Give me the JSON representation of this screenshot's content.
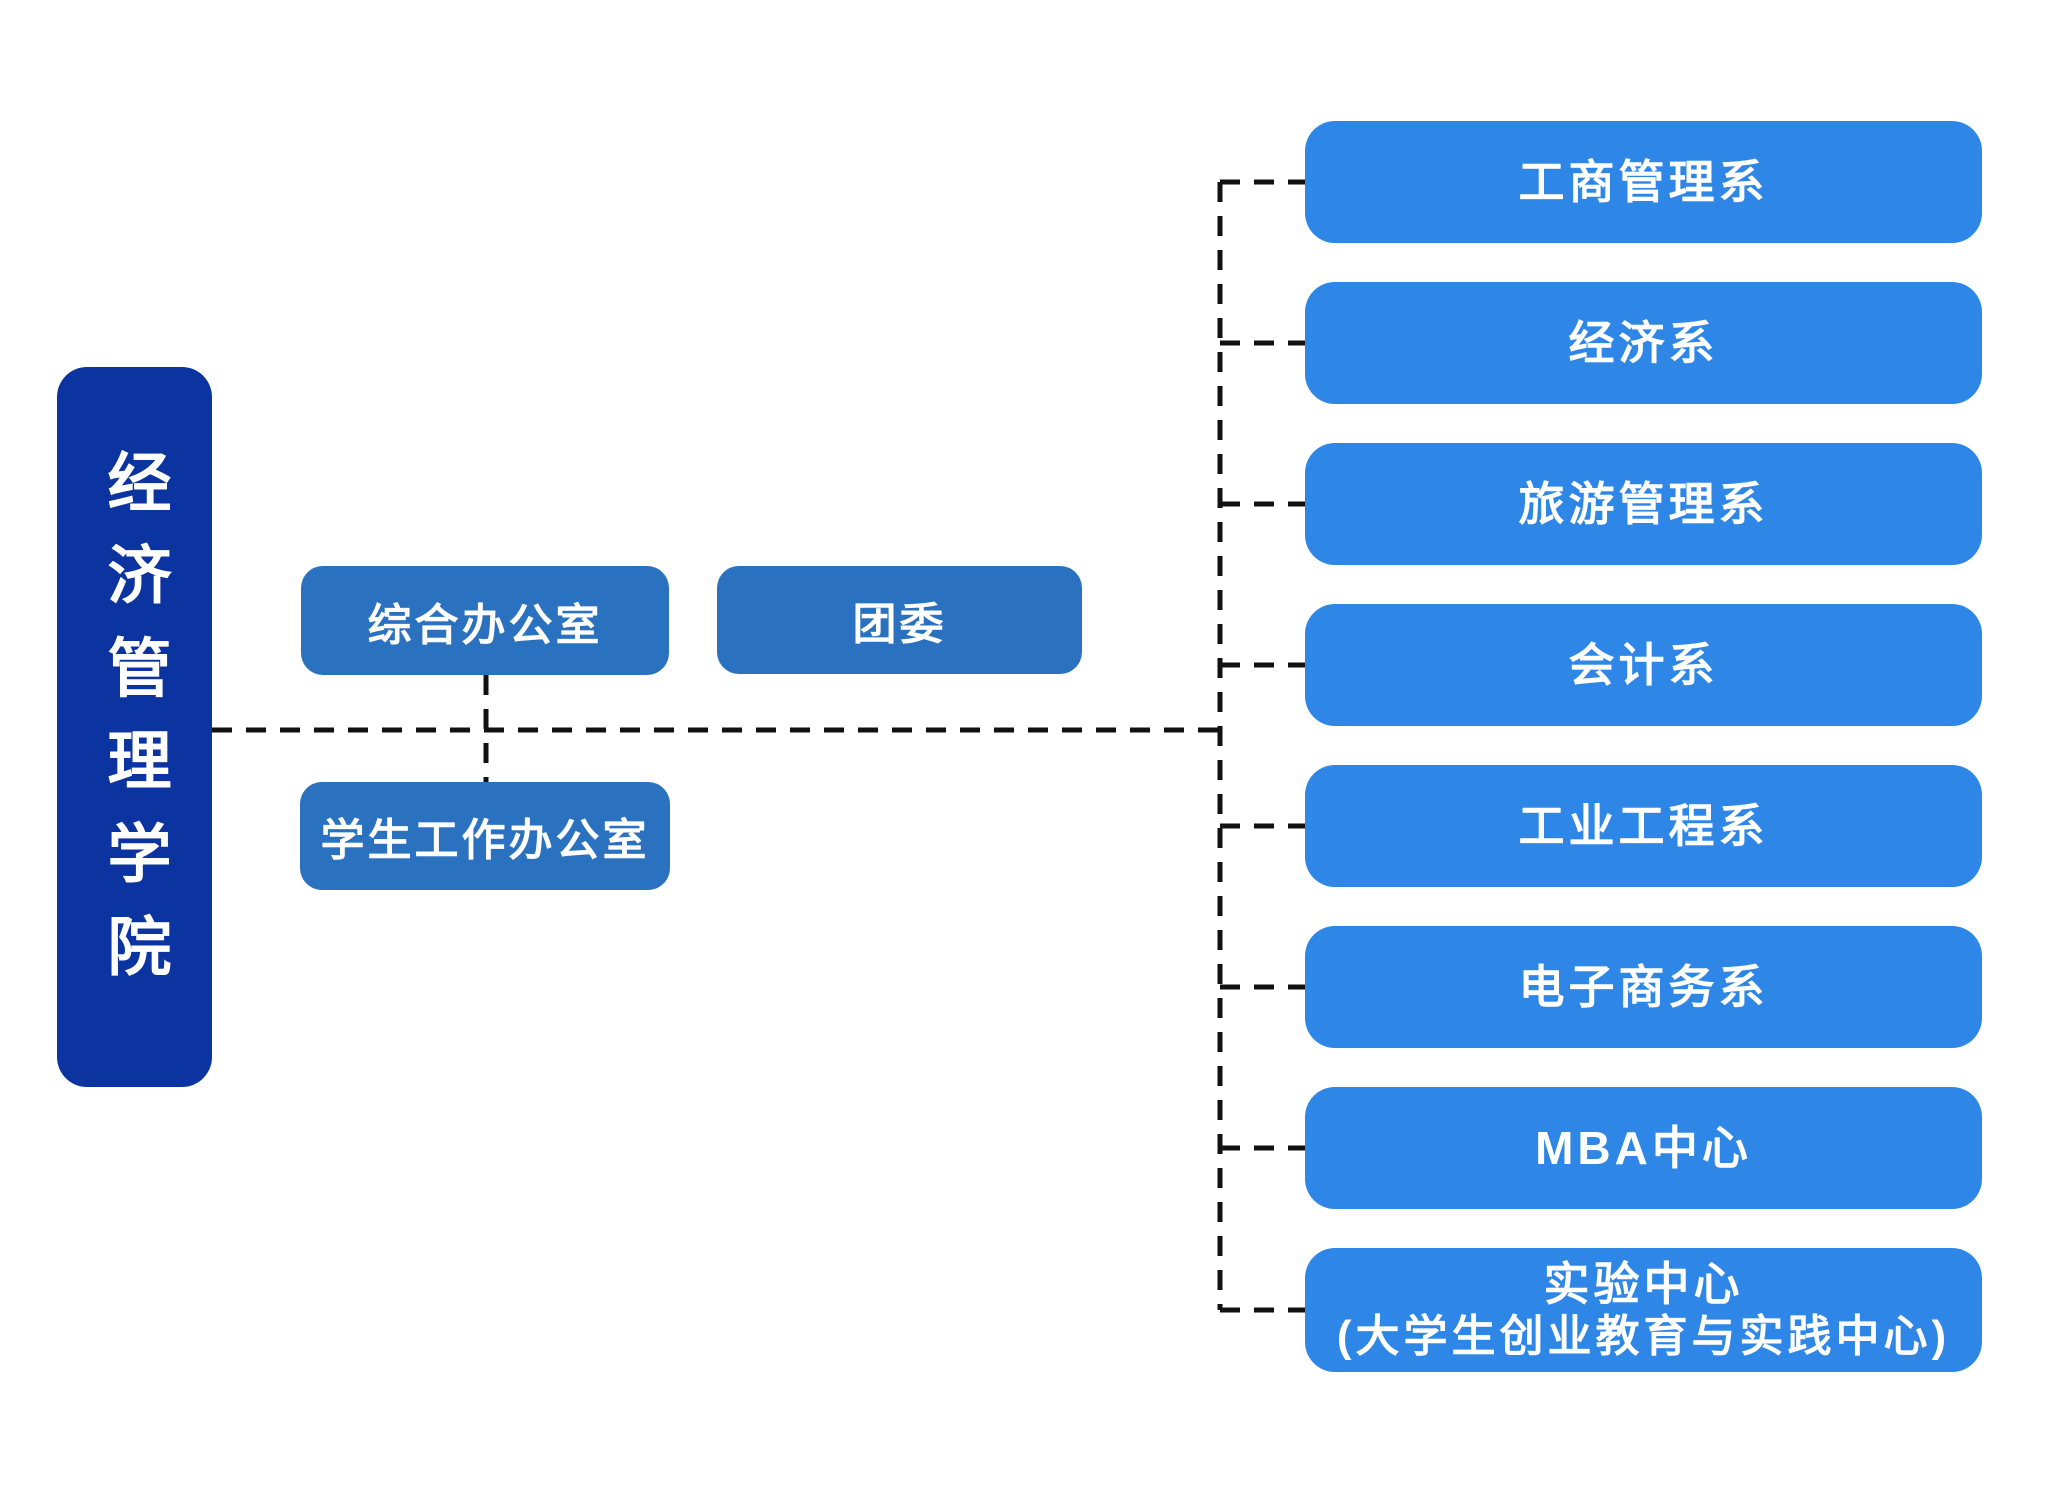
{
  "diagram": {
    "root": {
      "label": "经济管理学院"
    },
    "offices": [
      {
        "label": "综合办公室"
      },
      {
        "label": "团委"
      },
      {
        "label": "学生工作办公室"
      }
    ],
    "departments": [
      {
        "label": "工商管理系"
      },
      {
        "label": "经济系"
      },
      {
        "label": "旅游管理系"
      },
      {
        "label": "会计系"
      },
      {
        "label": "工业工程系"
      },
      {
        "label": "电子商务系"
      },
      {
        "label": "MBA中心"
      },
      {
        "label": "实验中心",
        "label_line2": "(大学生创业教育与实践中心)"
      }
    ],
    "colors": {
      "background": "#ffffff",
      "root_box": "#0c34a0",
      "office_box": "#2a72bf",
      "department_box": "#2e87e6",
      "connector": "#111111",
      "text": "#ffffff"
    }
  }
}
